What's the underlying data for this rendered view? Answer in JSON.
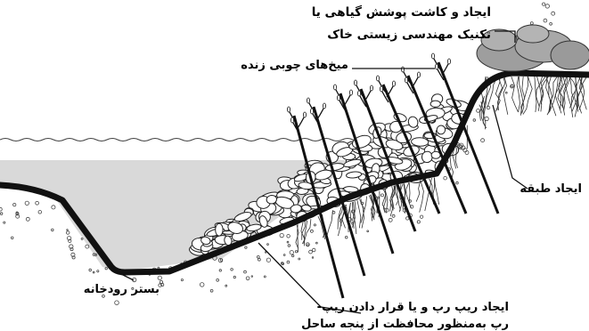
{
  "labels": {
    "vegetation_line1": "ایجاد و کاشت پوشش گیاهی یا",
    "vegetation_line2": "تکنیک مهندسی زیستی خاک",
    "live_stakes": "میخ‌های چوبی زنده",
    "layer": "ایجاد طبقه",
    "riverbed": "بستر رودخانه",
    "riprap_line1": "ایجاد ریپ رپ و یا قرار دادن ریپ-",
    "riprap_line2": "رپ به‌منظور محافظت از پنجه ساحل"
  },
  "colors": {
    "water": "#d9d9d9",
    "ink": "#111111",
    "stone_fill": "#ffffff",
    "shrub": "#9e9e9e",
    "background": "#ffffff"
  }
}
